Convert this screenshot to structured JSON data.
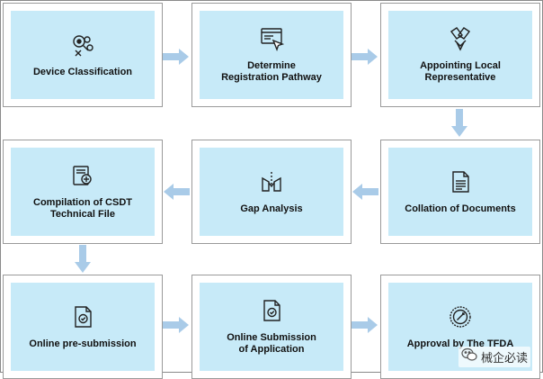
{
  "steps": [
    {
      "label": "Device Classification",
      "icon": "magnifier-scissors-icon"
    },
    {
      "label": "Determine\nRegistration Pathway",
      "icon": "pathway-window-icon"
    },
    {
      "label": "Appointing Local\nRepresentative",
      "icon": "handshake-icon"
    },
    {
      "label": "Collation of Documents",
      "icon": "document-list-icon"
    },
    {
      "label": "Gap Analysis",
      "icon": "gap-analysis-icon"
    },
    {
      "label": "Compilation of CSDT\nTechnical File",
      "icon": "technical-file-icon"
    },
    {
      "label": "Online pre-submission",
      "icon": "document-check-icon"
    },
    {
      "label": "Online Submission\nof Application",
      "icon": "document-check-icon"
    },
    {
      "label": "Approval by The TFDA",
      "icon": "approval-seal-icon"
    }
  ],
  "colors": {
    "card_fill": "#c7eaf8",
    "arrow": "#a9cbe8",
    "border": "#9a9a9a"
  },
  "watermark": {
    "text": "械企必读",
    "icon": "wechat-icon"
  }
}
